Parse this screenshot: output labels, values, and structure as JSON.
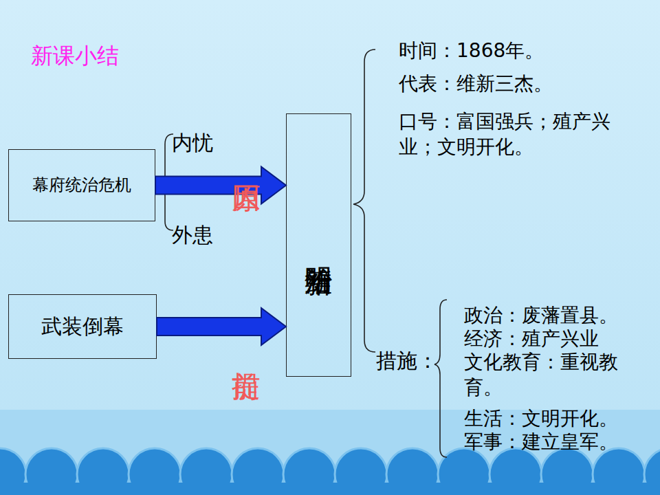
{
  "diagram": {
    "title": "新课小结",
    "nodes": [
      {
        "text": [
          "幕府统治危机"
        ]
      },
      {
        "text": [
          "明治维新"
        ]
      },
      {
        "text": [
          "武装倒幕"
        ]
      }
    ],
    "edges": [
      {
        "from": 0,
        "to": 1,
        "arrow": "to",
        "label": "原因"
      },
      {
        "from": 2,
        "to": 1,
        "arrow": "to",
        "label": "前提"
      }
    ],
    "labels": [
      "内忧",
      "外患",
      "时间：1868年。",
      "代表：维新三杰。",
      "口号：富国强兵；殖产兴业；文明开化。",
      "措施：",
      "政治：废藩置县。",
      "经济：殖产兴业",
      "文化教育：重视教育。",
      "生活：文明开化。",
      "军事：建立皇军。"
    ]
  }
}
